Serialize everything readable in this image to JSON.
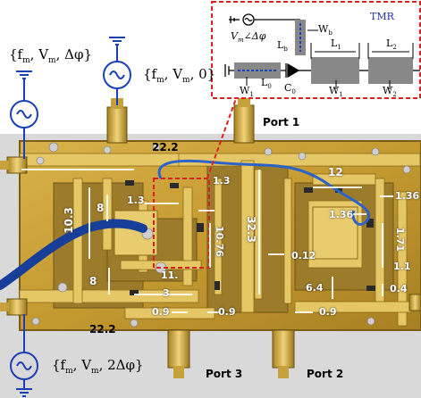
{
  "sources": {
    "top_left": "{f",
    "top_left_sub": "m",
    "top_left_rest": ", V",
    "top_left_sub2": "m",
    "top_left_end": ", Δφ}",
    "top_mid": "{f",
    "top_mid_sub": "m",
    "top_mid_rest": ", V",
    "top_mid_sub2": "m",
    "top_mid_end": ", 0}",
    "bottom_left": "{f",
    "bottom_left_sub": "m",
    "bottom_left_rest": ", V",
    "bottom_left_sub2": "m",
    "bottom_left_end": ", 2Δφ}"
  },
  "ports": {
    "port1": "Port 1",
    "port2": "Port 2",
    "port3": "Port 3"
  },
  "dimensions": {
    "d_22_2_top": "22.2",
    "d_22_2_bottom": "22.2",
    "d_10_3": "10.3",
    "d_8_top": "8",
    "d_8_bottom": "8",
    "d_1_3_left": "1.3",
    "d_1_3_mid": "1.3",
    "d_10_76": "10.76",
    "d_11": "11.",
    "d_3": "3",
    "d_0_9_a": "0.9",
    "d_0_9_b": "0.9",
    "d_0_9_c": "0.9",
    "d_32_3": "32.3",
    "d_0_12": "0.12",
    "d_12": "12",
    "d_1_36_a": "1.36",
    "d_1_36_b": "1.36",
    "d_1_71": "1.71",
    "d_1_1": "1.1",
    "d_0_4": "0.4",
    "d_6_4": "6.4"
  },
  "inset": {
    "title": "TMR",
    "vm": "V",
    "vm_sub": "m",
    "vm_rest": "∠Δφ",
    "wb": "W",
    "wb_sub": "b",
    "lb": "L",
    "lb_sub": "b",
    "l0": "L",
    "l0_sub": "0",
    "c0": "C",
    "c0_sub": "0",
    "w1a": "W",
    "w1a_sub": "1",
    "w1b": "W",
    "w1b_sub": "1",
    "w2": "W",
    "w2_sub": "2",
    "l1": "L",
    "l1_sub": "1",
    "l2": "L",
    "l2_sub": "2"
  },
  "colors": {
    "board": "#c9a23a",
    "board_dark": "#8a6a1a",
    "trace": "#e2c25a",
    "cable": "#1d4fb0",
    "inset_border": "#e02020",
    "tmr_title": "#2233aa",
    "dim_arrow": "#ffffff"
  }
}
